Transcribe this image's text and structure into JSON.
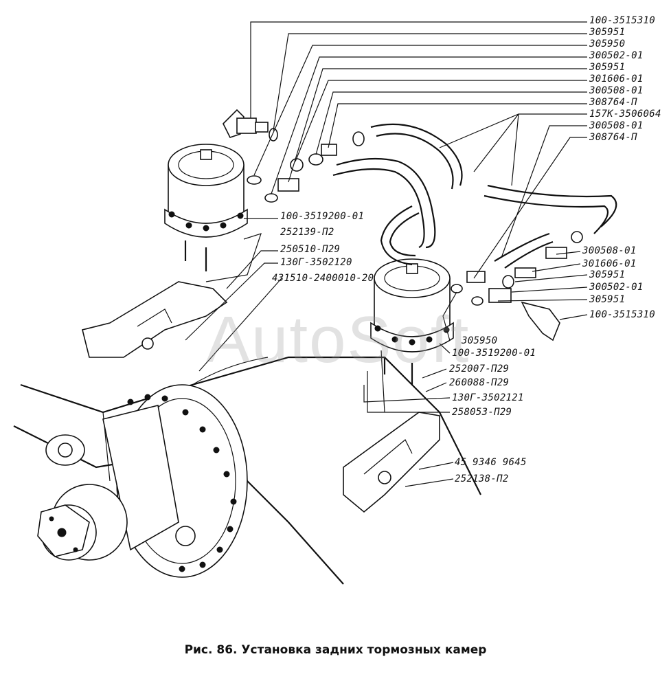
{
  "watermark": "AutoSoft",
  "caption": "Рис. 86. Установка задних тормозных камер",
  "labels": {
    "l1": "100-3515310",
    "l2": "305951",
    "l3": "305950",
    "l4": "300502-01",
    "l5": "305951",
    "l6": "301606-01",
    "l7": "300508-01",
    "l8": "308764-П",
    "l9": "157К-3506064",
    "l10": "300508-01",
    "l11": "308764-П",
    "l12": "100-3519200-01",
    "l13": "252139-П2",
    "l14": "250510-П29",
    "l15": "130Г-3502120",
    "l16": "431510-2400010-20",
    "l17": "300508-01",
    "l18": "301606-01",
    "l19": "305951",
    "l20": "300502-01",
    "l21": "305951",
    "l22": "100-3515310",
    "l23": "305950",
    "l24": "100-3519200-01",
    "l25": "252007-П29",
    "l26": "260088-П29",
    "l27": "130Г-3502121",
    "l28": "258053-П29",
    "l29": "45 9346 9645",
    "l30": "252138-П2"
  }
}
